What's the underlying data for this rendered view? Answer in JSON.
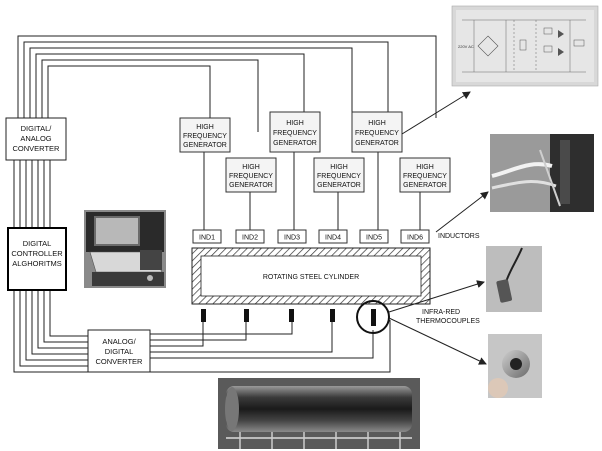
{
  "dac": {
    "line1": "DIGITAL/",
    "line2": "ANALOG",
    "line3": "CONVERTER"
  },
  "controller": {
    "line1": "DIGITAL",
    "line2": "CONTROLLER",
    "line3": "ALGHORITMS"
  },
  "adc": {
    "line1": "ANALOG/",
    "line2": "DIGITAL",
    "line3": "CONVERTER"
  },
  "generator": {
    "line1": "HIGH",
    "line2": "FREQUENCY",
    "line3": "GENERATOR"
  },
  "inductors": [
    "IND1",
    "IND2",
    "IND3",
    "IND4",
    "IND5",
    "IND6"
  ],
  "cylinder_label": "ROTATING STEEL CYLINDER",
  "inductors_label": "INDUCTORS",
  "thermo_label": {
    "line1": "INFRA-RED",
    "line2": "THERMOCOUPLES"
  },
  "schematic_labels": {
    "voltage": "220V AC"
  }
}
